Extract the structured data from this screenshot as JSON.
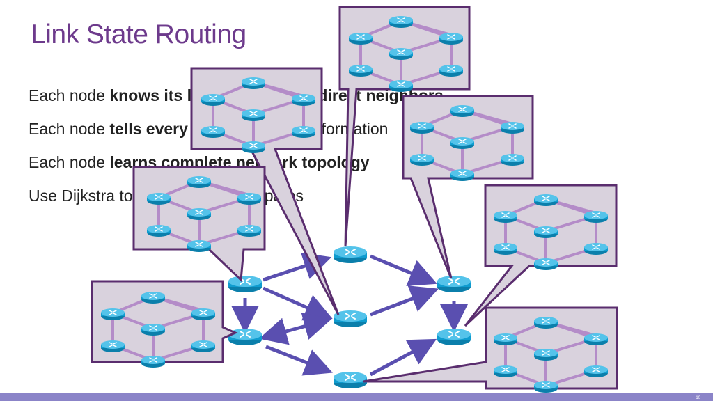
{
  "slide": {
    "title": "Link State Routing",
    "slide_number": "10"
  },
  "bullets": [
    {
      "prefix": "Each node ",
      "bold": "knows its links and cost to direct neighbors",
      "suffix": ""
    },
    {
      "prefix": "Each node ",
      "bold": "tells every other node",
      "suffix": " this information"
    },
    {
      "prefix": "Each node ",
      "bold": "learns complete network topology",
      "suffix": ""
    },
    {
      "prefix": "Use Dijkstra to compute shortest paths",
      "bold": "",
      "suffix": ""
    }
  ],
  "colors": {
    "title": "#6d3a8c",
    "arrow": "#5a4fb0",
    "callout_fill": "#d9d2dd",
    "callout_stroke": "#5a2d6e",
    "router_body": "#0f9ccf",
    "router_top": "#54c3ea",
    "mini_link": "#b48cc8",
    "footer": "#8b84c8"
  },
  "icons": [
    "router-icon"
  ]
}
